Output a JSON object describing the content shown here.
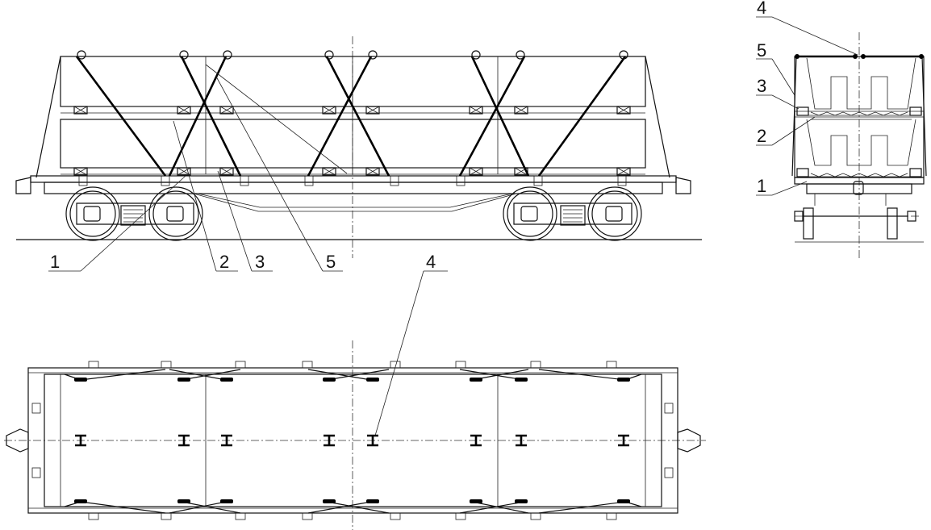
{
  "callouts": {
    "side_view": [
      "1",
      "2",
      "3",
      "5"
    ],
    "end_view": [
      "4",
      "5",
      "3",
      "2",
      "1"
    ],
    "top_view": [
      "4"
    ]
  },
  "colors": {
    "line": "#000000",
    "background": "#ffffff"
  }
}
